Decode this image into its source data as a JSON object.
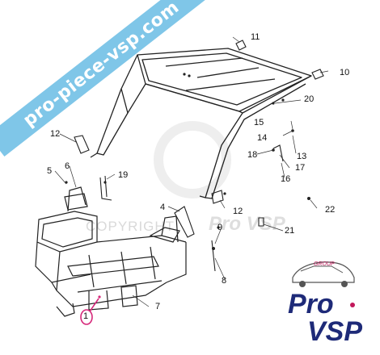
{
  "watermark": {
    "banner": "pro-piece-vsp.com",
    "copyright": "COPYRIGHT",
    "brand": "Pro VSP"
  },
  "logo": {
    "group": "GROUP",
    "pro": "Pro",
    "vsp": "VSP",
    "accent_color": "#c2185b",
    "text_color": "#1e2a78"
  },
  "highlight_color": "#d6287a",
  "callouts": [
    {
      "id": "1",
      "label": "1"
    },
    {
      "id": "4",
      "label": "4"
    },
    {
      "id": "5",
      "label": "5"
    },
    {
      "id": "6",
      "label": "6"
    },
    {
      "id": "7",
      "label": "7"
    },
    {
      "id": "8",
      "label": "8"
    },
    {
      "id": "9",
      "label": "9"
    },
    {
      "id": "10",
      "label": "10"
    },
    {
      "id": "11",
      "label": "11"
    },
    {
      "id": "12a",
      "label": "12"
    },
    {
      "id": "12b",
      "label": "12"
    },
    {
      "id": "13",
      "label": "13"
    },
    {
      "id": "14",
      "label": "14"
    },
    {
      "id": "15",
      "label": "15"
    },
    {
      "id": "16",
      "label": "16"
    },
    {
      "id": "17",
      "label": "17"
    },
    {
      "id": "18",
      "label": "18"
    },
    {
      "id": "19",
      "label": "19"
    },
    {
      "id": "20",
      "label": "20"
    },
    {
      "id": "21",
      "label": "21"
    },
    {
      "id": "22",
      "label": "22"
    }
  ]
}
